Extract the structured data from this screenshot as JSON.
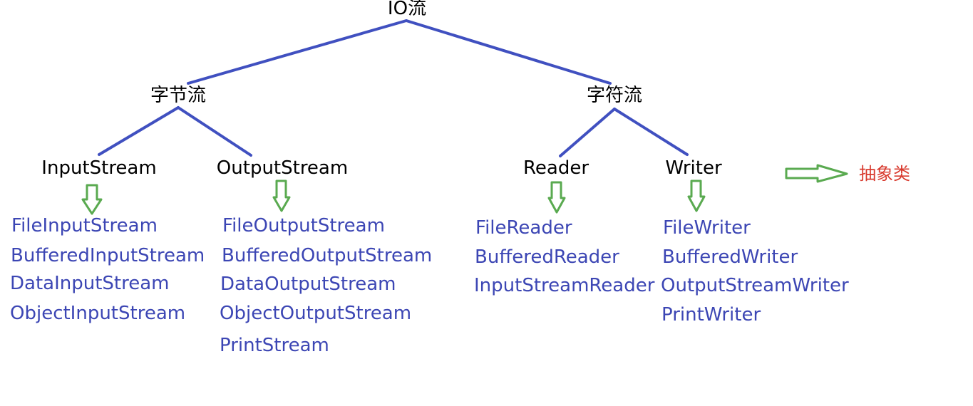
{
  "colors": {
    "tree_line": "#4050c0",
    "arrow": "#5aaa50",
    "impl_text": "#3c46b4",
    "legend_text": "#d83a2e",
    "node_text": "#000000"
  },
  "root": {
    "label": "IO流"
  },
  "byte_stream": {
    "label": "字节流",
    "input": {
      "label": "InputStream",
      "classes": [
        "FileInputStream",
        "BufferedInputStream",
        "DataInputStream",
        "ObjectInputStream"
      ]
    },
    "output": {
      "label": "OutputStream",
      "classes": [
        "FileOutputStream",
        "BufferedOutputStream",
        "DataOutputStream",
        "ObjectOutputStream",
        "PrintStream"
      ]
    }
  },
  "char_stream": {
    "label": "字符流",
    "reader": {
      "label": "Reader",
      "classes": [
        "FileReader",
        "BufferedReader",
        "InputStreamReader"
      ]
    },
    "writer": {
      "label": "Writer",
      "classes": [
        "FileWriter",
        "BufferedWriter",
        "OutputStreamWriter",
        "PrintWriter"
      ]
    }
  },
  "legend": {
    "icon": "right-arrow-outline-icon",
    "label": "抽象类"
  }
}
